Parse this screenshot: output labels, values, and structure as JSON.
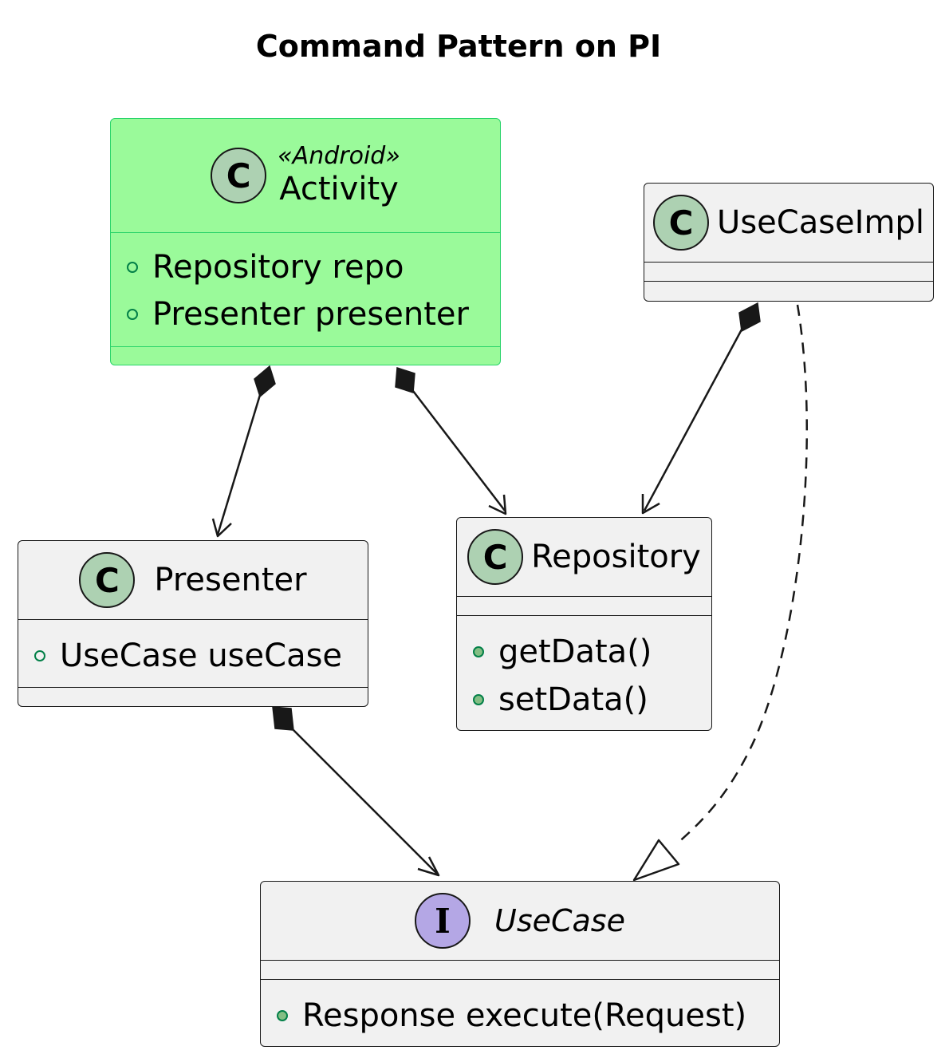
{
  "title": "Command Pattern on PI",
  "colors": {
    "class_fill": "#f1f1f1",
    "android_fill": "#9afa9a",
    "android_border": "#2ad46a",
    "class_badge": "#add1b2",
    "interface_badge": "#b4a7e5",
    "visibility_green": "#038048",
    "line": "#181818"
  },
  "classes": {
    "activity": {
      "badge": "C",
      "stereotype": "«Android»",
      "name": "Activity",
      "fields": [
        "Repository repo",
        "Presenter presenter"
      ],
      "methods": []
    },
    "usecaseimpl": {
      "badge": "C",
      "name": "UseCaseImpl",
      "fields": [],
      "methods": []
    },
    "presenter": {
      "badge": "C",
      "name": "Presenter",
      "fields": [
        "UseCase useCase"
      ],
      "methods": []
    },
    "repository": {
      "badge": "C",
      "name": "Repository",
      "fields": [],
      "methods": [
        "getData()",
        "setData()"
      ]
    },
    "usecase": {
      "badge": "I",
      "name": "UseCase",
      "fields": [],
      "methods": [
        "Response execute(Request)"
      ]
    }
  },
  "relations": [
    {
      "from": "Activity",
      "to": "Presenter",
      "type": "composition"
    },
    {
      "from": "Activity",
      "to": "Repository",
      "type": "composition"
    },
    {
      "from": "UseCaseImpl",
      "to": "Repository",
      "type": "composition"
    },
    {
      "from": "UseCaseImpl",
      "to": "UseCase",
      "type": "realization"
    },
    {
      "from": "Presenter",
      "to": "UseCase",
      "type": "composition"
    }
  ]
}
